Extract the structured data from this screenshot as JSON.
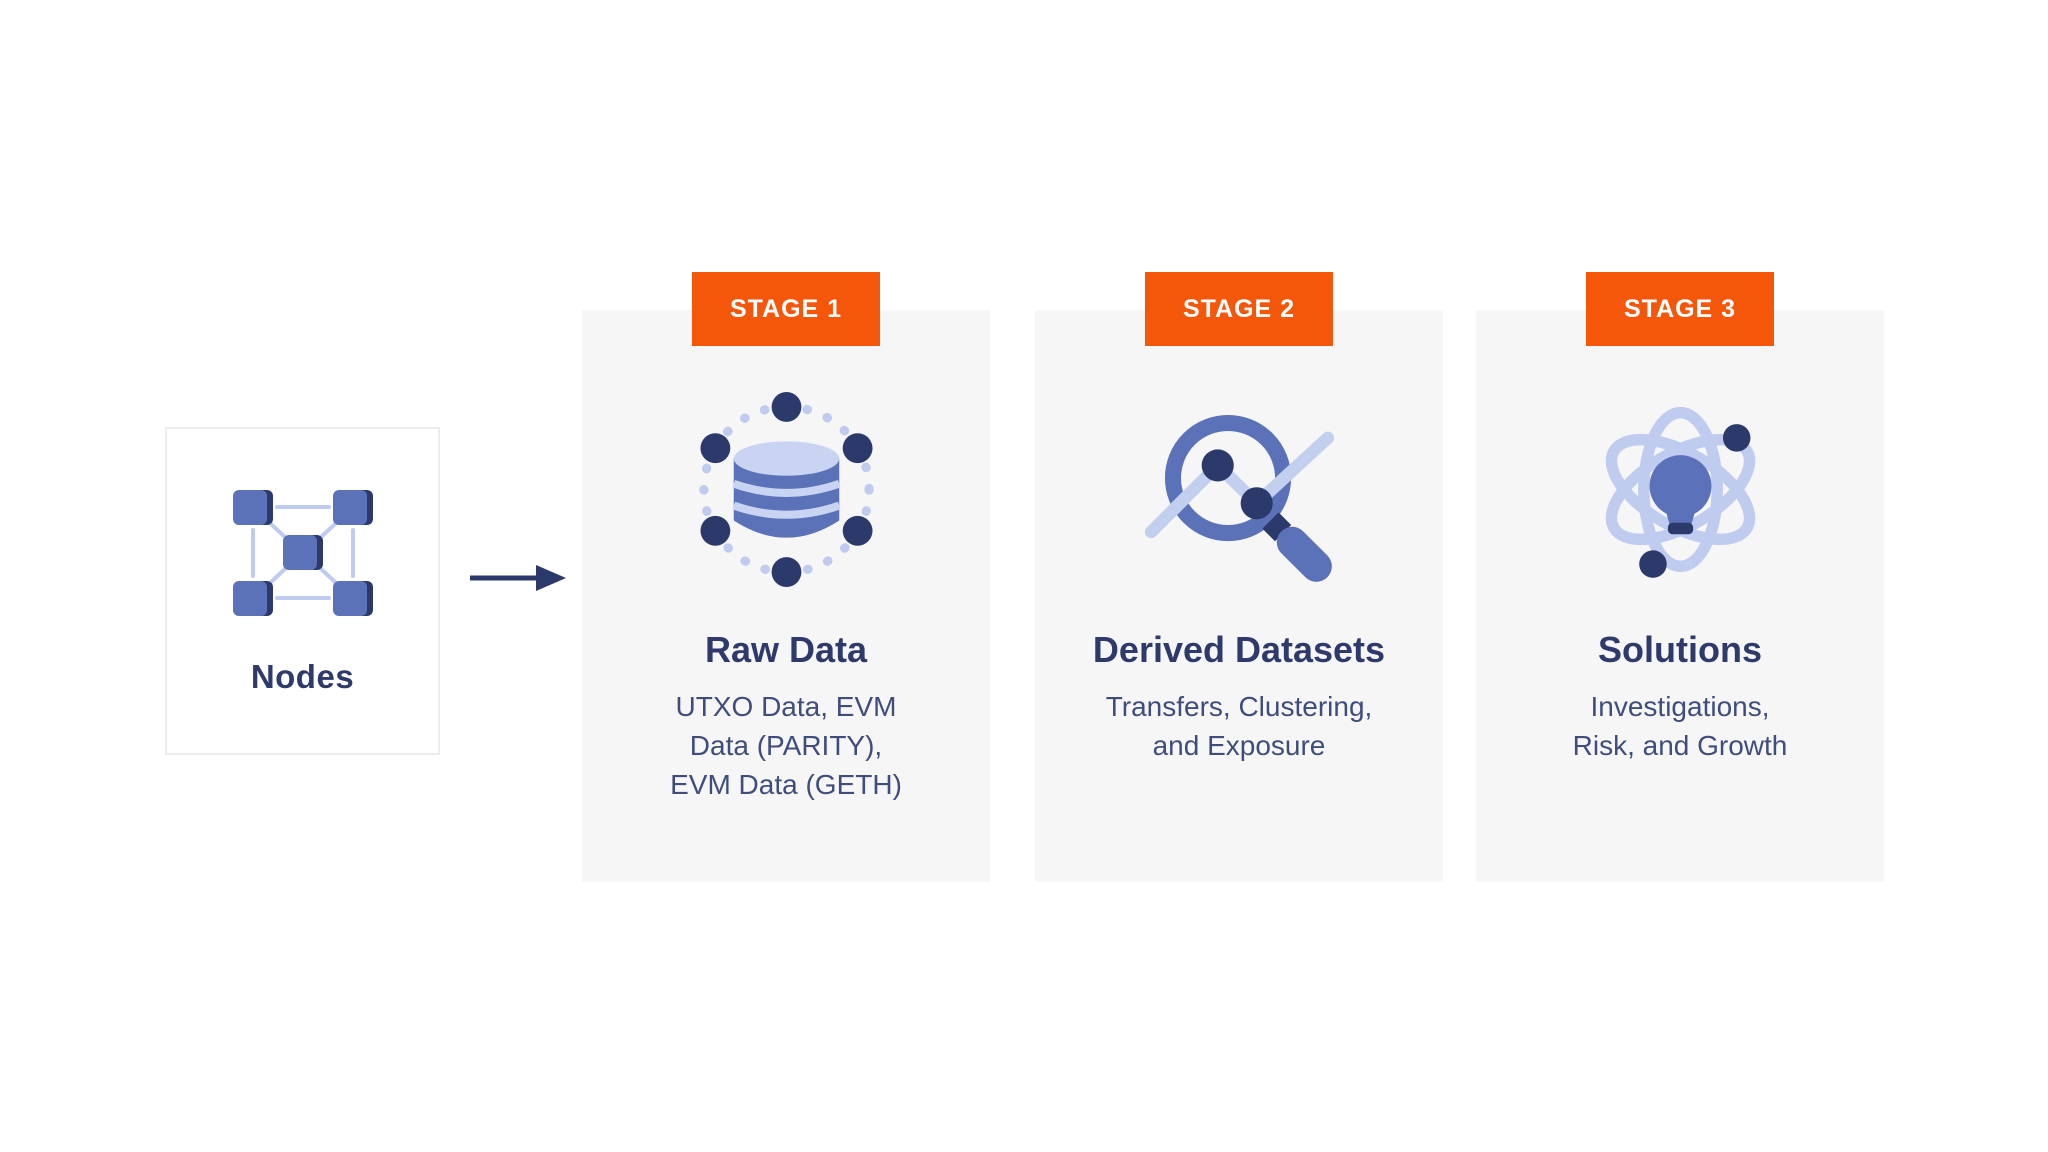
{
  "colors": {
    "accent_orange": "#f4560a",
    "title_navy": "#2d3a6b",
    "subtitle_navy": "#3f4d7d",
    "icon_blue": "#5b72b8",
    "icon_light_blue": "#bfccef",
    "icon_dark_navy": "#2b3a6b",
    "card_background": "#f6f6f7",
    "nodes_box_border": "#ececec",
    "page_background": "#ffffff"
  },
  "nodes_box": {
    "label": "Nodes",
    "icon": "network-nodes-icon"
  },
  "arrow": {
    "icon": "arrow-right-icon"
  },
  "stages": [
    {
      "badge": "STAGE 1",
      "title": "Raw Data",
      "subtitle": "UTXO Data, EVM\nData (PARITY),\nEVM Data (GETH)",
      "icon": "database-ring-icon"
    },
    {
      "badge": "STAGE 2",
      "title": "Derived Datasets",
      "subtitle": "Transfers, Clustering,\nand Exposure",
      "icon": "magnifier-trend-icon"
    },
    {
      "badge": "STAGE 3",
      "title": "Solutions",
      "subtitle": "Investigations,\nRisk, and Growth",
      "icon": "atom-lightbulb-icon"
    }
  ]
}
